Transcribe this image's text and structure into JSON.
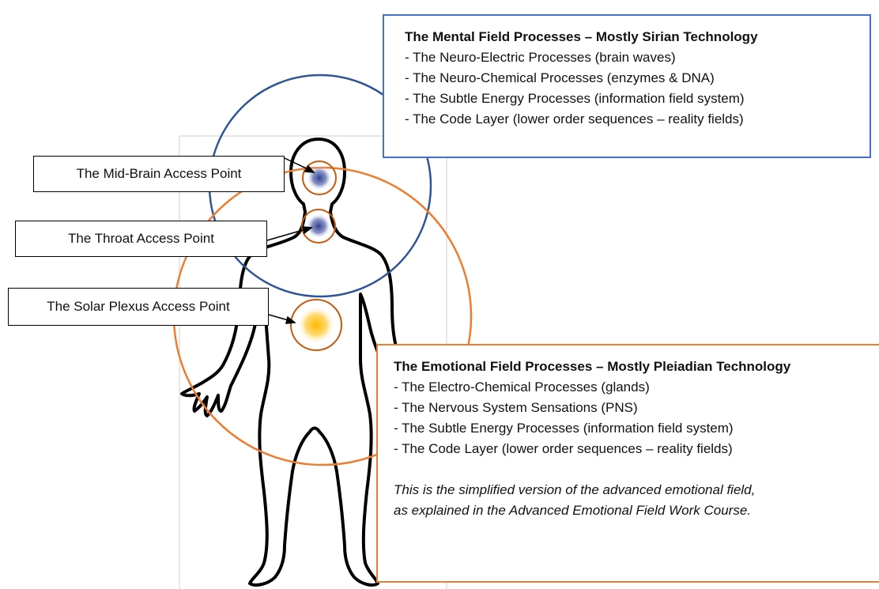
{
  "colors": {
    "mental_circle": "#2f5597",
    "emotional_circle": "#ed7d31",
    "access_point_ring": "#c55a11",
    "blue_glow": "#2f3f8f",
    "solar_glow": "#ffc000",
    "body_outline": "#000000"
  },
  "labels": {
    "mid_brain": "The Mid-Brain Access Point",
    "throat": "The Throat Access Point",
    "solar_plexus": "The Solar Plexus Access Point"
  },
  "mental_field": {
    "heading": "The Mental Field Processes – Mostly Sirian Technology",
    "items": [
      "- The Neuro-Electric Processes (brain waves)",
      "- The Neuro-Chemical Processes (enzymes & DNA)",
      "- The Subtle Energy Processes (information field system)",
      "- The Code Layer (lower order sequences – reality fields)"
    ]
  },
  "emotional_field": {
    "heading": "The Emotional Field Processes – Mostly Pleiadian Technology",
    "items": [
      "- The Electro-Chemical Processes (glands)",
      "- The Nervous System Sensations (PNS)",
      "- The Subtle Energy Processes (information field system)",
      "- The Code Layer (lower order sequences – reality fields)"
    ],
    "note_lines": [
      "This is the simplified version of the advanced emotional field,",
      "as explained in the Advanced Emotional Field Work Course."
    ]
  }
}
